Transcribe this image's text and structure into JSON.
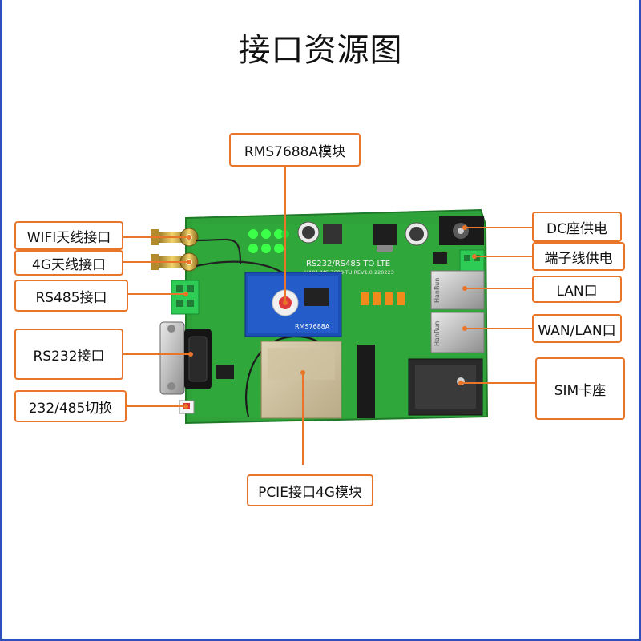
{
  "title": "接口资源图",
  "labels": {
    "rms": "RMS7688A模块",
    "wifi": "WIFI天线接口",
    "lte_ant": "4G天线接口",
    "rs485": "RS485接口",
    "rs232": "RS232接口",
    "sw": "232/485切换",
    "pcie": "PCIE接口4G模块",
    "dc": "DC座供电",
    "terminal": "端子线供电",
    "lan": "LAN口",
    "wanlan": "WAN/LAN口",
    "sim": "SIM卡座"
  },
  "board": {
    "silk_main": "RS232/RS485 TO LTE",
    "silk_sub": "HA01-MC-7688-TU REV1.0 220223",
    "module_text": "RMS7688A",
    "rj45_brand": "HanRun"
  },
  "colors": {
    "accent": "#e8752a",
    "frame": "#2f4fc0",
    "pcb": "#2fa33a"
  }
}
